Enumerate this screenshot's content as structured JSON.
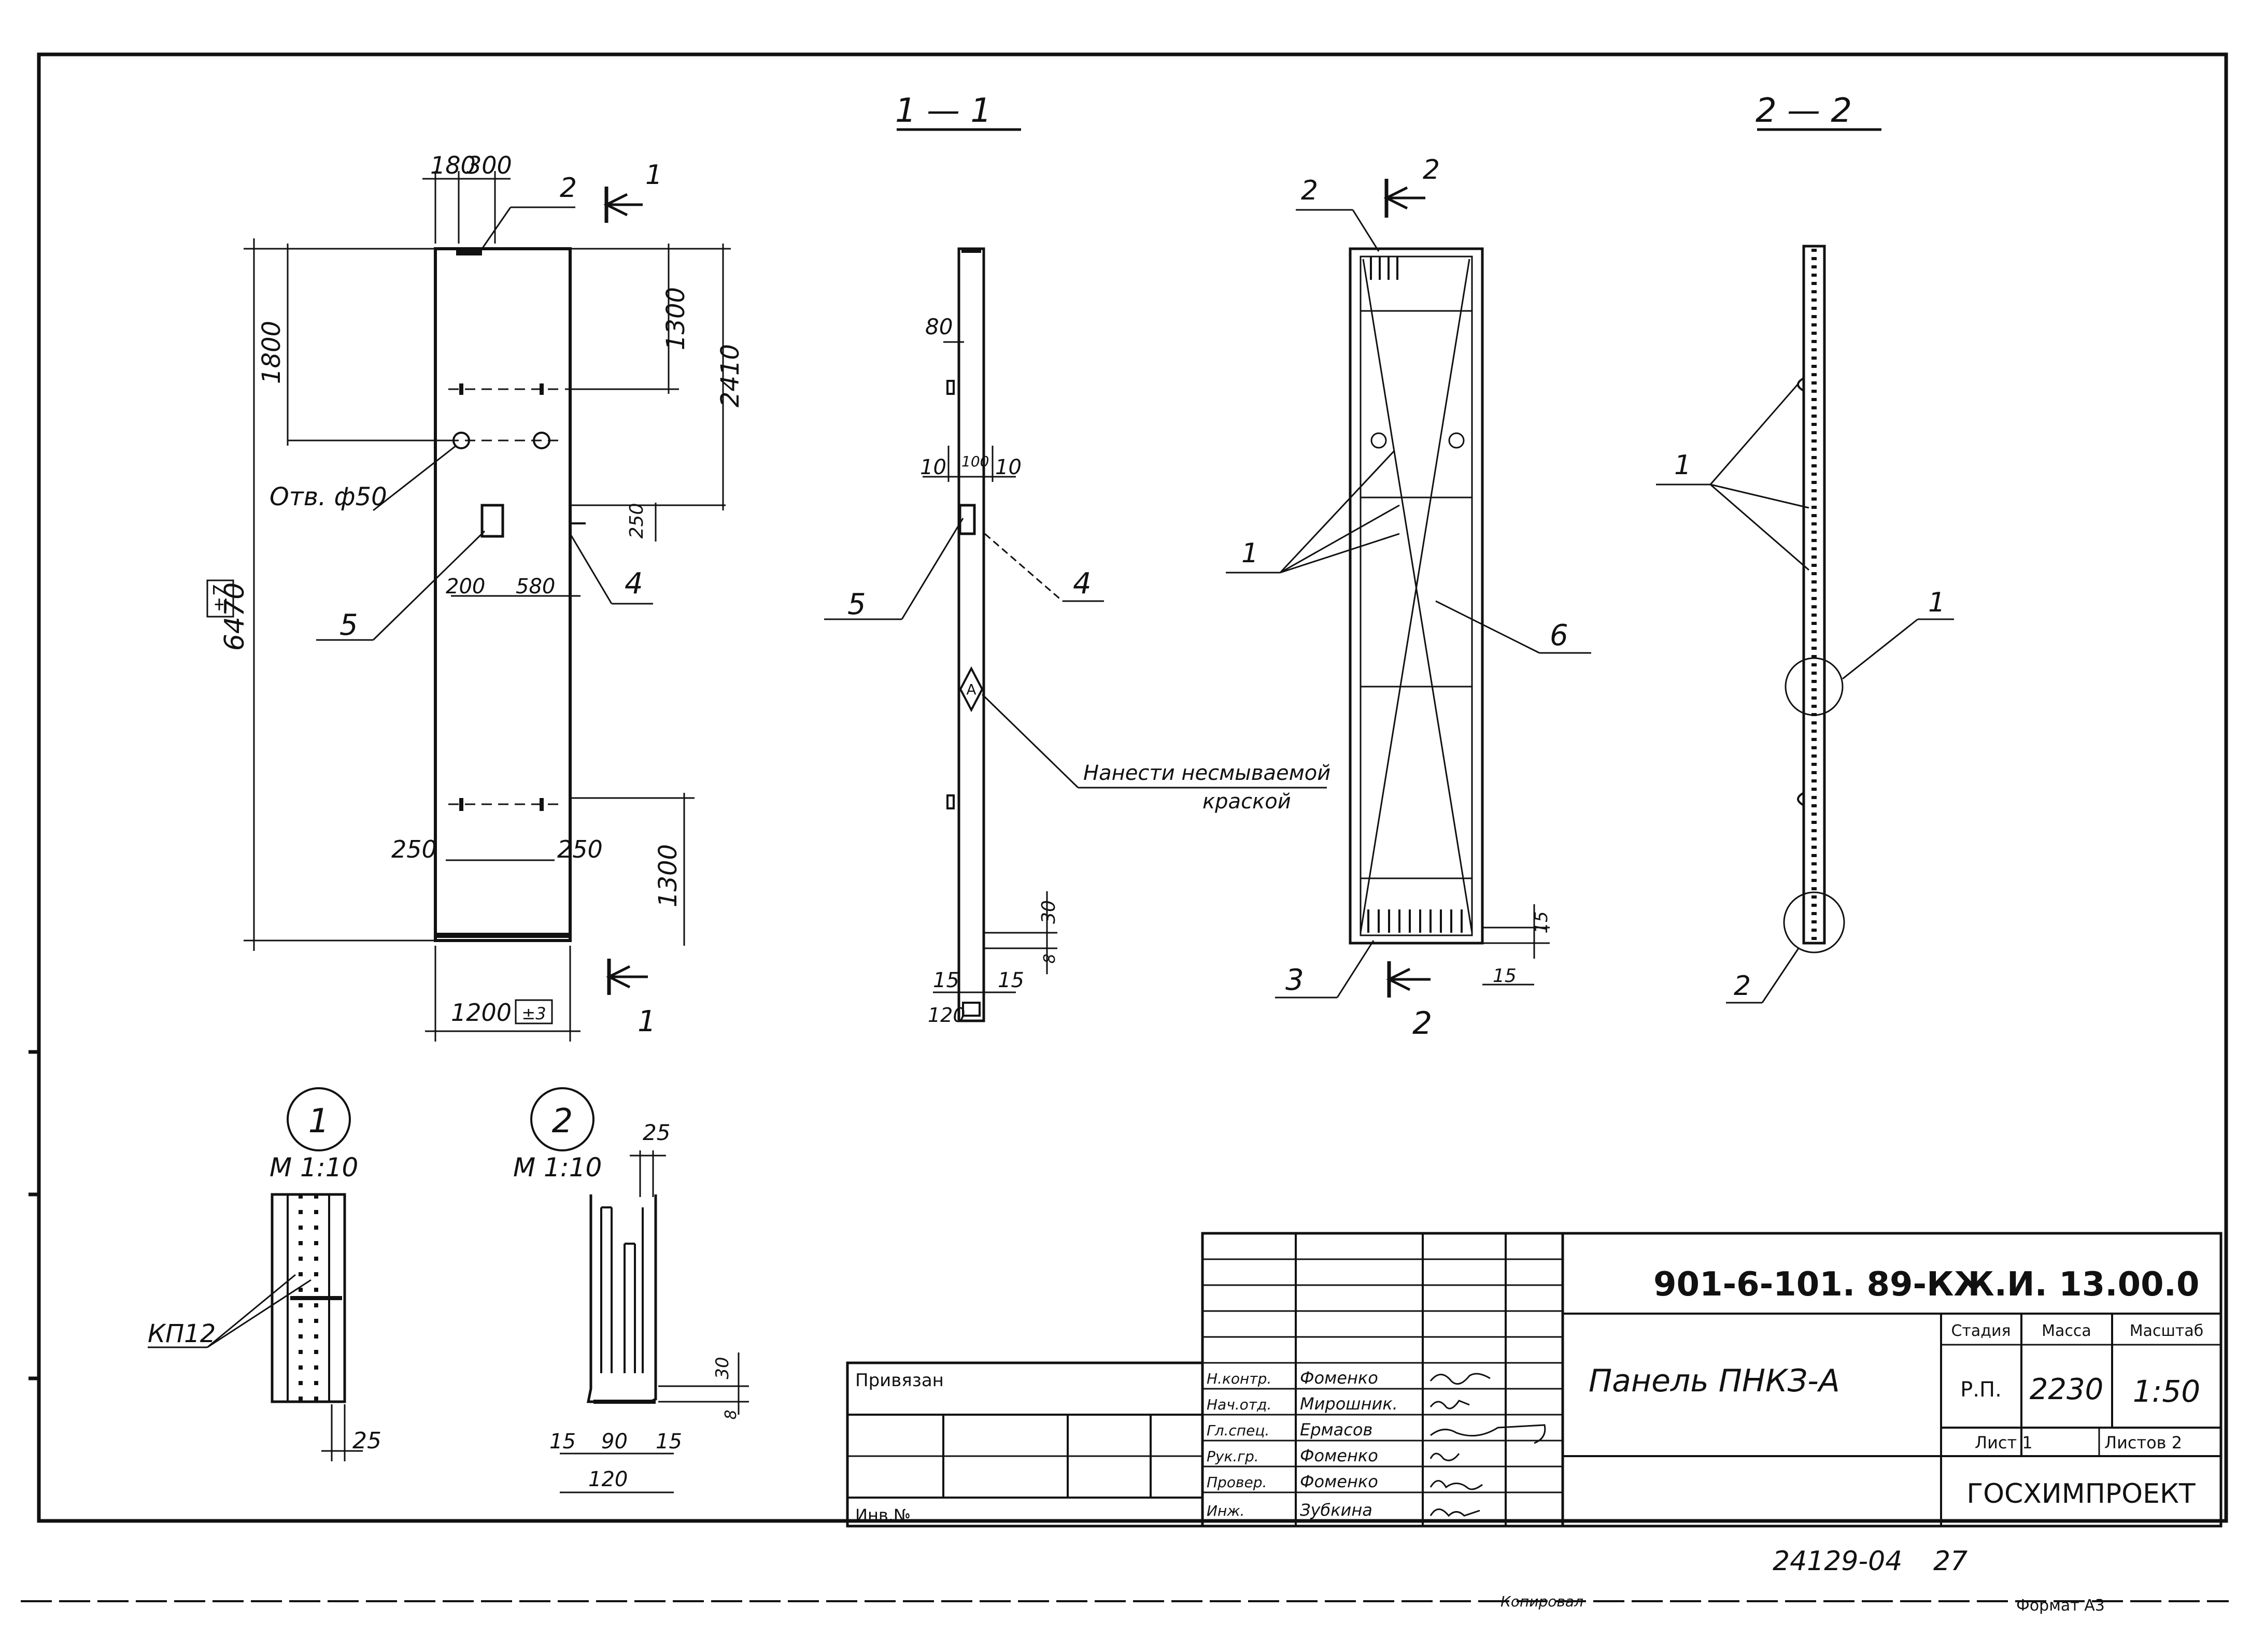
{
  "sections": {
    "section_1": "1 — 1",
    "section_2": "2 — 2"
  },
  "elevation": {
    "dims": {
      "d180": "180",
      "d300": "300",
      "d1800": "1800",
      "d1300_top": "1300",
      "d2410": "2410",
      "d6470": "6470",
      "d6470_tol": "±7",
      "d250_side": "250",
      "d200": "200",
      "d580": "580",
      "d250_left": "250",
      "d250_right": "250",
      "d1300_bottom": "1300",
      "d1200": "1200",
      "d1200_tol": "±3"
    },
    "hole_label": "Отв. ф50",
    "callouts": {
      "c2": "2",
      "c5": "5",
      "c4": "4"
    },
    "section_marks": {
      "top": "1",
      "bottom": "1"
    }
  },
  "section_view_1": {
    "dims": {
      "d80": "80",
      "d10_left": "10",
      "d100": "100",
      "d10_right": "10",
      "d30": "30",
      "d8": "8",
      "d15_left": "15",
      "d15_right": "15",
      "d120": "120"
    },
    "callouts": {
      "c5": "5",
      "c4": "4"
    },
    "note_line1": "Нанести несмываемой",
    "note_line2": "краской",
    "diamond_mark": "A"
  },
  "cage_view": {
    "callouts": {
      "c2": "2",
      "c1": "1",
      "c6": "6",
      "c3": "3"
    },
    "section_marks": {
      "top": "2",
      "bottom": "2"
    },
    "dims": {
      "d15_a": "15",
      "d15_b": "15"
    }
  },
  "section_view_2": {
    "callouts": {
      "c1_multi": "1",
      "c1_single": "1",
      "c2": "2"
    }
  },
  "detail_1": {
    "number": "1",
    "scale": "М 1:10",
    "label": "КП12",
    "dim25": "25"
  },
  "detail_2": {
    "number": "2",
    "scale": "М 1:10",
    "dims": {
      "d25": "25",
      "d30": "30",
      "d8": "8",
      "d15_left": "15",
      "d90": "90",
      "d15_right": "15",
      "d120": "120"
    }
  },
  "title_block": {
    "doc_code": "901-6-101. 89-КЖ.И. 13.00.0",
    "title": "Панель ПНКЗ-А",
    "stage_header": "Стадия",
    "mass_header": "Масса",
    "scale_header": "Масштаб",
    "stage": "Р.П.",
    "mass": "2230",
    "scale": "1:50",
    "sheet_label": "Лист 1",
    "sheets_label": "Листов 2",
    "organization": "ГОСХИМПРОЕКТ",
    "bound_label": "Привязан",
    "inv_label": "Инв.№",
    "signatures": [
      {
        "role": "Н.контр.",
        "name": "Фоменко"
      },
      {
        "role": "Нач.отд.",
        "name": "Мирошник."
      },
      {
        "role": "Гл.спец.",
        "name": "Ермасов"
      },
      {
        "role": "Рук.гр.",
        "name": "Фоменко"
      },
      {
        "role": "Провер.",
        "name": "Фоменко"
      },
      {
        "role": "Инж.",
        "name": "Зубкина"
      }
    ]
  },
  "footer": {
    "archive_no": "24129-04",
    "page": "27",
    "copy_label": "Копировал",
    "format_label": "Формат А3"
  }
}
